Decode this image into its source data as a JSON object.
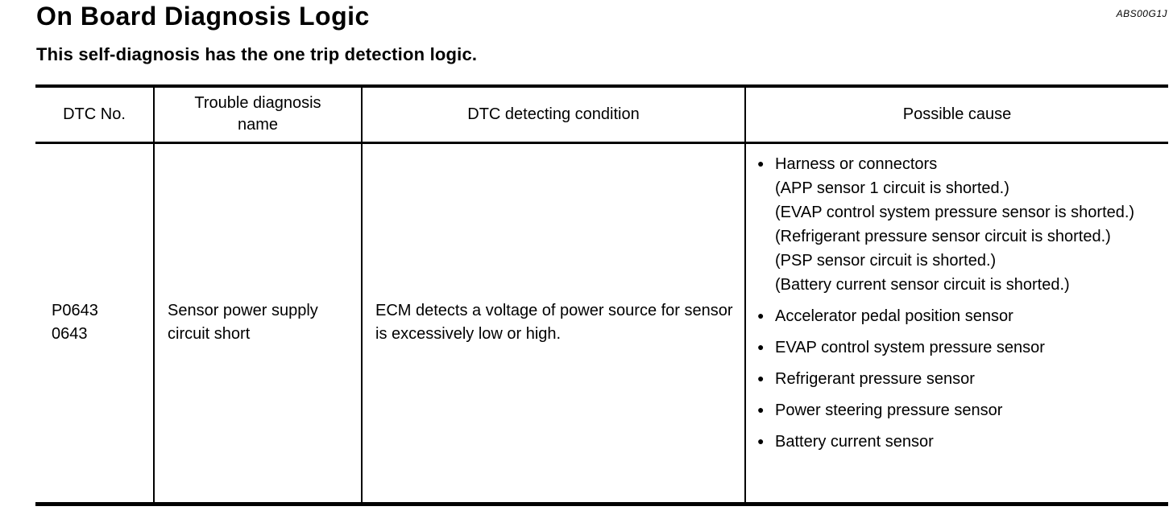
{
  "page": {
    "title": "On Board Diagnosis Logic",
    "doc_code": "ABS00G1J",
    "subtitle": "This self-diagnosis has the one trip detection logic."
  },
  "icons": {
    "bullet": "●"
  },
  "table": {
    "headers": [
      "DTC No.",
      "Trouble diagnosis name",
      "DTC detecting condition",
      "Possible cause"
    ],
    "row": {
      "dtc_no": [
        "P0643",
        "0643"
      ],
      "trouble_diagnosis_name": "Sensor power supply circuit short",
      "dtc_detecting_condition": "ECM detects a voltage of power source for sensor is excessively low or high.",
      "possible_causes": [
        {
          "text": "Harness or connectors",
          "details": [
            "(APP sensor 1 circuit is shorted.)",
            "(EVAP control system pressure sensor is shorted.)",
            "(Refrigerant pressure sensor circuit is shorted.)",
            "(PSP sensor circuit is shorted.)",
            "(Battery current sensor circuit is shorted.)"
          ]
        },
        {
          "text": "Accelerator pedal position sensor",
          "details": []
        },
        {
          "text": "EVAP control system pressure sensor",
          "details": []
        },
        {
          "text": "Refrigerant pressure sensor",
          "details": []
        },
        {
          "text": "Power steering pressure sensor",
          "details": []
        },
        {
          "text": "Battery current sensor",
          "details": []
        }
      ]
    }
  }
}
